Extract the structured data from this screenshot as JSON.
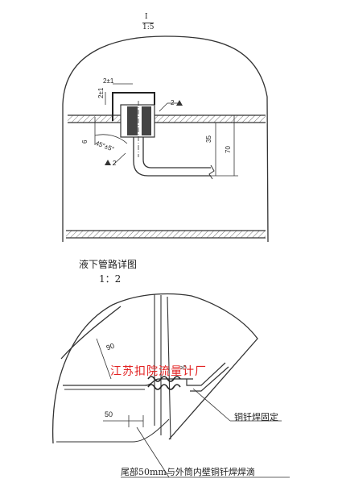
{
  "detail1": {
    "id": "I",
    "scale": "1:5",
    "dims": {
      "d1": "2±1",
      "d2": "2±1",
      "weld1": "2",
      "angle": "45°±5°",
      "weld2": "2",
      "thk": "6",
      "d35": "35",
      "d70": "70"
    }
  },
  "detail2": {
    "title": "液下管路详图",
    "scale": "1：2",
    "dims": {
      "d90": "90",
      "d50": "50",
      "small": "≥5"
    },
    "watermark": "江苏扣院流量计厂",
    "callout_fix": "铜钎焊固定",
    "callout_tail": "尾部50mm与外筒内壁铜钎焊焊滴"
  }
}
